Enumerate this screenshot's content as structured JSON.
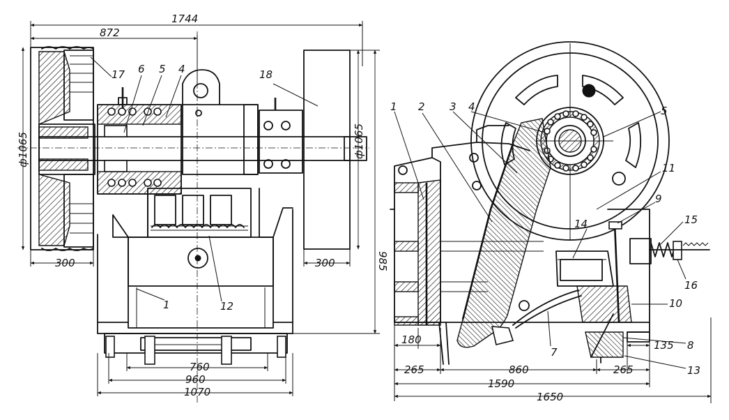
{
  "left_view": {
    "dimensions": {
      "overall_width": "1744",
      "pulley_to_center": "872",
      "pulley_diameter": "ф1065",
      "flywheel_diameter": "ф1065",
      "pulley_width": "300",
      "flywheel_width": "300",
      "height": "985",
      "base_760": "760",
      "base_960": "960",
      "base_1070": "1070"
    },
    "callouts": [
      "17",
      "6",
      "5",
      "4",
      "18",
      "1",
      "12"
    ]
  },
  "right_view": {
    "dimensions": {
      "d180": "180",
      "d265_left": "265",
      "d860": "860",
      "d265_right": "265",
      "d135": "135",
      "d1590": "1590",
      "d1650": "1650"
    },
    "callouts": [
      "1",
      "2",
      "3",
      "4",
      "5",
      "11",
      "9",
      "15",
      "14",
      "16",
      "10",
      "8",
      "7",
      "13"
    ]
  }
}
